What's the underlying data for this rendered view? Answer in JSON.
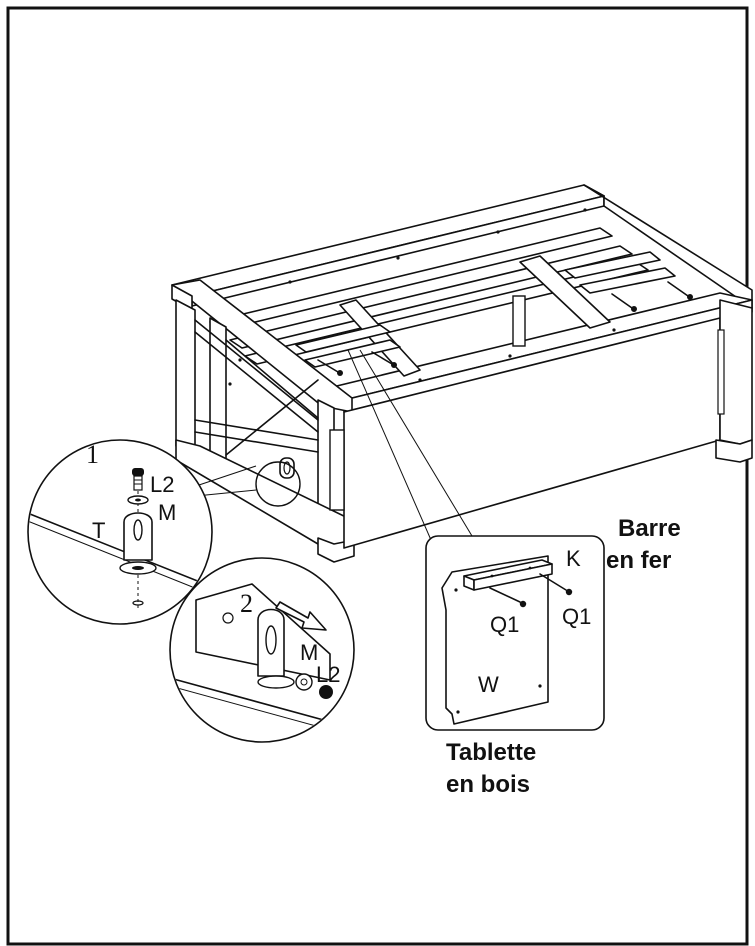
{
  "labels": {
    "step_1": "1",
    "step_2": "2",
    "l2_a": "L2",
    "m_a": "M",
    "t": "T",
    "m_b": "M",
    "l2_b": "L2",
    "k": "K",
    "q1_a": "Q1",
    "q1_b": "Q1",
    "w": "W",
    "barre_line1": "Barre",
    "barre_line2": "en fer",
    "tablette_line1": "Tablette",
    "tablette_line2": "en bois"
  }
}
